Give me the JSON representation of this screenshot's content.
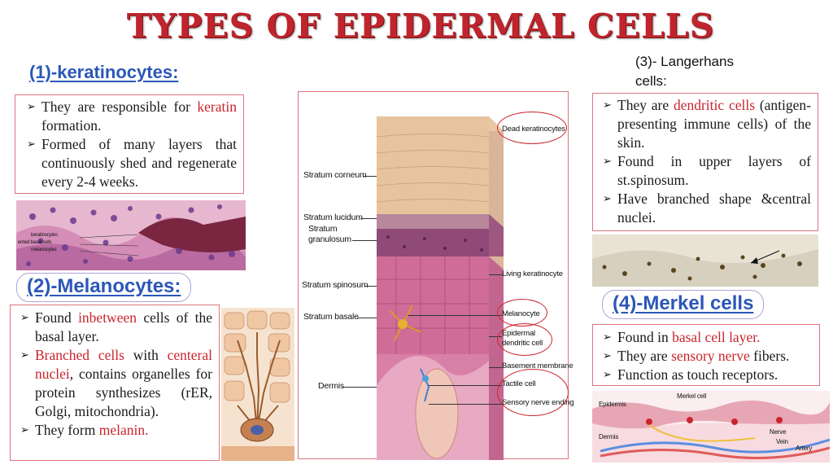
{
  "title": "TYPES OF EPIDERMAL CELLS",
  "colors": {
    "title": "#c0242c",
    "heading": "#2b57b8",
    "highlight": "#c9252d",
    "box_border": "#d97680"
  },
  "bullet_icon": "arrowhead-bullet-icon",
  "keratinocytes": {
    "heading": "(1)-keratinocytes:",
    "items": [
      {
        "parts": [
          "They are responsible for ",
          "keratin",
          " formation."
        ]
      },
      {
        "parts": [
          "Formed of many layers that continuously shed and regenerate every 2-4 weeks."
        ]
      }
    ],
    "photo_labels": [
      "keratinocytes",
      "ented basal cells",
      "melanocytes"
    ]
  },
  "melanocytes": {
    "heading": "(2)-Melanocytes:",
    "items": [
      {
        "parts": [
          "Found ",
          "inbetween",
          " cells of the basal layer."
        ]
      },
      {
        "parts": [
          "Branched cells",
          " with ",
          "centeral nuclei",
          ", contains organelles for protein synthesizes (rER, Golgi, mitochondria)."
        ]
      },
      {
        "parts": [
          "They form ",
          "melanin."
        ]
      }
    ]
  },
  "langerhans": {
    "heading_line1": "(3)- Langerhans",
    "heading_line2": "cells:",
    "items": [
      {
        "parts": [
          "They are ",
          "dendritic cells",
          " (antigen-presenting immune cells) of the skin."
        ]
      },
      {
        "parts": [
          "Found in upper layers of st.spinosum."
        ]
      },
      {
        "parts": [
          "Have branched shape &central nuclei."
        ]
      }
    ]
  },
  "merkel": {
    "heading": "(4)-Merkel cells",
    "items": [
      {
        "parts": [
          "Found in ",
          "basal cell layer."
        ]
      },
      {
        "parts": [
          "They are ",
          "sensory nerve",
          " fibers."
        ]
      },
      {
        "parts": [
          "Function as touch receptors."
        ]
      }
    ],
    "diagram_labels": [
      "Epidermis",
      "Merkel cell",
      "Dermis",
      "Nerve",
      "Vein",
      "Artery"
    ]
  },
  "epidermis_diagram": {
    "left_labels": [
      "Stratum corneum",
      "Stratum lucidum",
      "Stratum",
      "granulosum",
      "Stratum spinosum",
      "Stratum basale",
      "Dermis"
    ],
    "right_labels": [
      "Dead keratinocytes",
      "Living keratinocyte",
      "Melanocyte",
      "Epidermal",
      "dendritic cell",
      "Basement membrane",
      "Tactile cell",
      "Sensory nerve ending"
    ]
  }
}
